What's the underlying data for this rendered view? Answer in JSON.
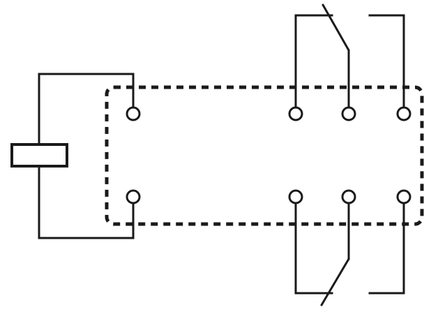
{
  "diagram": {
    "kind": "relay-schematic",
    "coil": {
      "symbol": "rectangle",
      "terminals": [
        "coil-terminal-top",
        "coil-terminal-bottom"
      ]
    },
    "poles": [
      {
        "name": "pole-top",
        "contact_type": "SPDT",
        "terminals": [
          "normally-closed",
          "common",
          "normally-open"
        ]
      },
      {
        "name": "pole-bottom",
        "contact_type": "SPDT",
        "terminals": [
          "normally-closed",
          "common",
          "normally-open"
        ]
      }
    ],
    "housing": {
      "style": "dashed-rounded-rectangle"
    },
    "colors": {
      "line": "#1a1a1a",
      "terminal_fill": "#ffffff",
      "background": "#ffffff"
    }
  }
}
